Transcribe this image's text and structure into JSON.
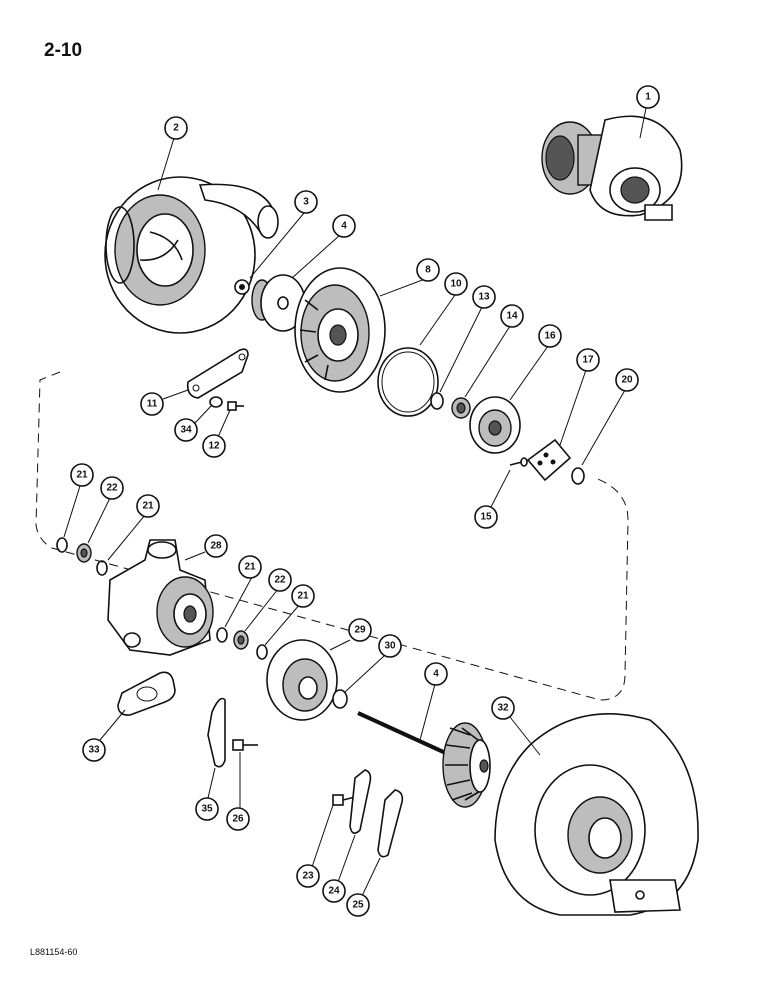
{
  "page_number": "2-10",
  "footer_code": "L881154-60",
  "callouts": [
    "1",
    "2",
    "3",
    "4",
    "8",
    "10",
    "13",
    "14",
    "16",
    "17",
    "20",
    "11",
    "34",
    "12",
    "15",
    "21",
    "22",
    "21",
    "28",
    "21",
    "22",
    "21",
    "29",
    "30",
    "4",
    "32",
    "33",
    "35",
    "26",
    "23",
    "24",
    "25"
  ]
}
